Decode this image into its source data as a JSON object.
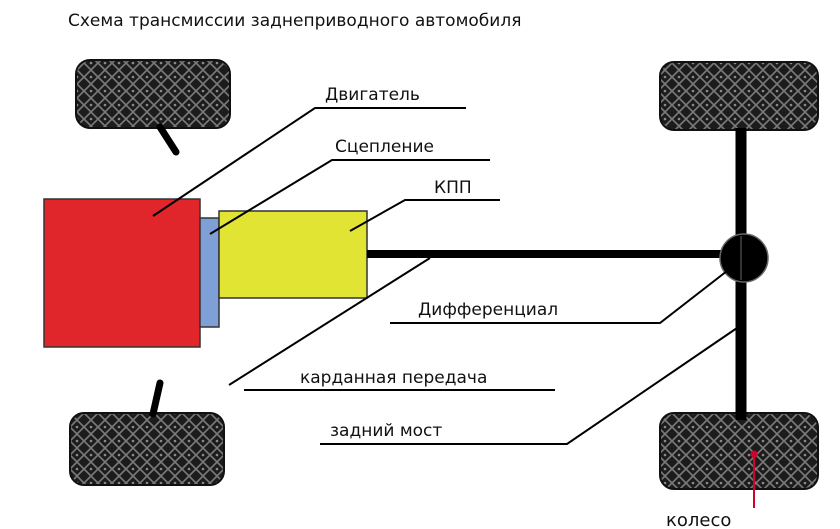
{
  "title": "Схема трансмиссии заднеприводного автомобиля",
  "labels": {
    "engine": "Двигатель",
    "clutch": "Сцепление",
    "gearbox": "КПП",
    "differential": "Дифференциал",
    "driveshaft": "карданная передача",
    "rear_axle": "задний мост",
    "wheel": "колесо"
  },
  "colors": {
    "engine": "#e0262a",
    "clutch": "#7fa0d6",
    "gearbox": "#e2e433",
    "tire": "#1c1c1c",
    "tread": "#6e6e6e",
    "lines": "#000000",
    "wheel_marker": "#d6002a"
  }
}
